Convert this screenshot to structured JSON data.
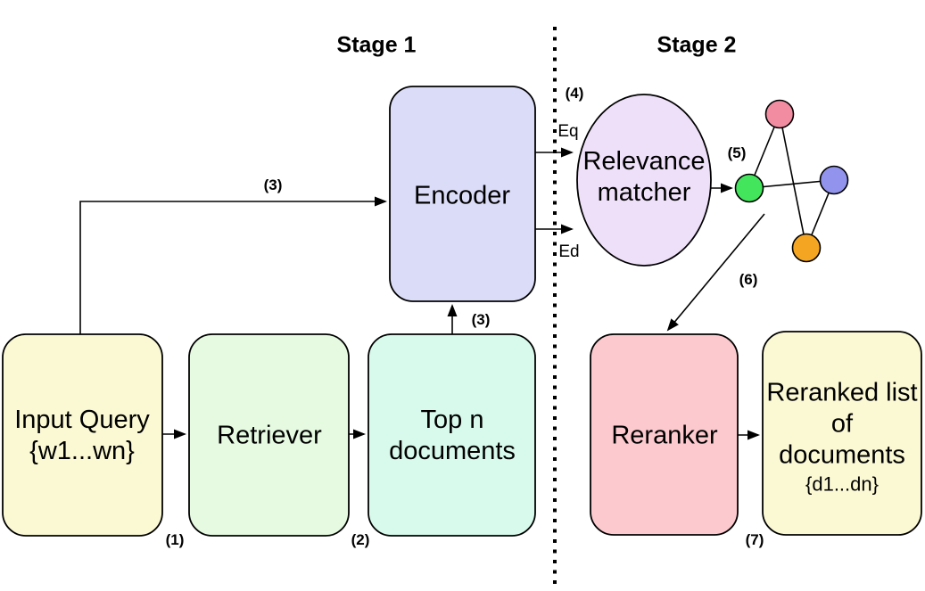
{
  "stages": {
    "stage1": "Stage 1",
    "stage2": "Stage 2"
  },
  "boxes": {
    "input_query": {
      "line1": "Input Query",
      "line2": "{w1...wn}",
      "step": "(1)"
    },
    "retriever": {
      "label": "Retriever",
      "step": "(2)"
    },
    "top_n_documents": {
      "line1": "Top n",
      "line2": "documents"
    },
    "encoder": {
      "label": "Encoder"
    },
    "relevance_matcher": {
      "line1": "Relevance",
      "line2": "matcher"
    },
    "reranker": {
      "label": "Reranker",
      "step": "(7)"
    },
    "reranked_list": {
      "line1": "Reranked list",
      "line2": "of",
      "line3": "documents",
      "line4": "{d1...dn}"
    }
  },
  "flow_labels": {
    "step3_query": "(3)",
    "step3_docs": "(3)",
    "step4": "(4)",
    "step5": "(5)",
    "step6": "(6)",
    "eq": "Eq",
    "ed": "Ed"
  },
  "graph": {
    "nodes": [
      {
        "id": "node-pink",
        "color": "#f18ca1"
      },
      {
        "id": "node-green",
        "color": "#42e55c"
      },
      {
        "id": "node-blue",
        "color": "#9193ec"
      },
      {
        "id": "node-orange",
        "color": "#f4a522"
      }
    ],
    "edges": [
      [
        "node-pink",
        "node-green"
      ],
      [
        "node-pink",
        "node-orange"
      ],
      [
        "node-green",
        "node-blue"
      ],
      [
        "node-blue",
        "node-orange"
      ]
    ]
  },
  "colors": {
    "background": "#ffffff",
    "stroke": "#000000",
    "input_query_fill": "#fbf9d4",
    "retriever_fill": "#e5fae1",
    "top_n_fill": "#d7faec",
    "encoder_fill": "#dbdcf8",
    "relevance_fill": "#efe0fa",
    "reranker_fill": "#fbc9ce",
    "reranked_list_fill": "#fbf9d4"
  }
}
